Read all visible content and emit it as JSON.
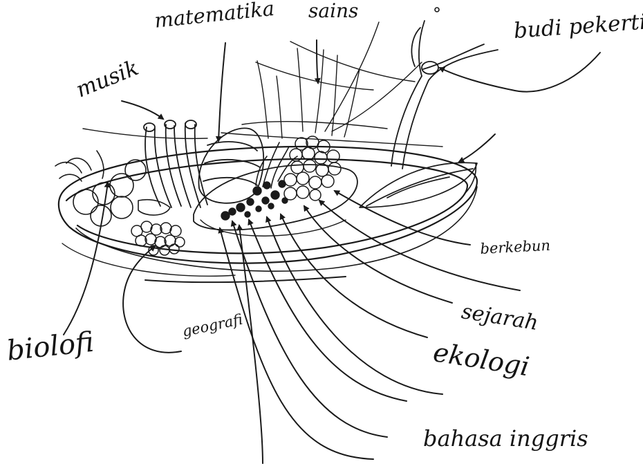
{
  "diagram": {
    "labels": {
      "matematika": "matematika",
      "sains": "sains",
      "budi_pekerti": "budi pekerti",
      "musik": "musik",
      "berkebun": "berkebun",
      "sejarah": "sejarah",
      "geografi": "geografi",
      "biolofi": "biolofi",
      "ekologi": "ekologi",
      "bahasa_inggris": "bahasa inggris"
    }
  },
  "colors": {
    "ink": "#141414",
    "paper": "#ffffff"
  }
}
